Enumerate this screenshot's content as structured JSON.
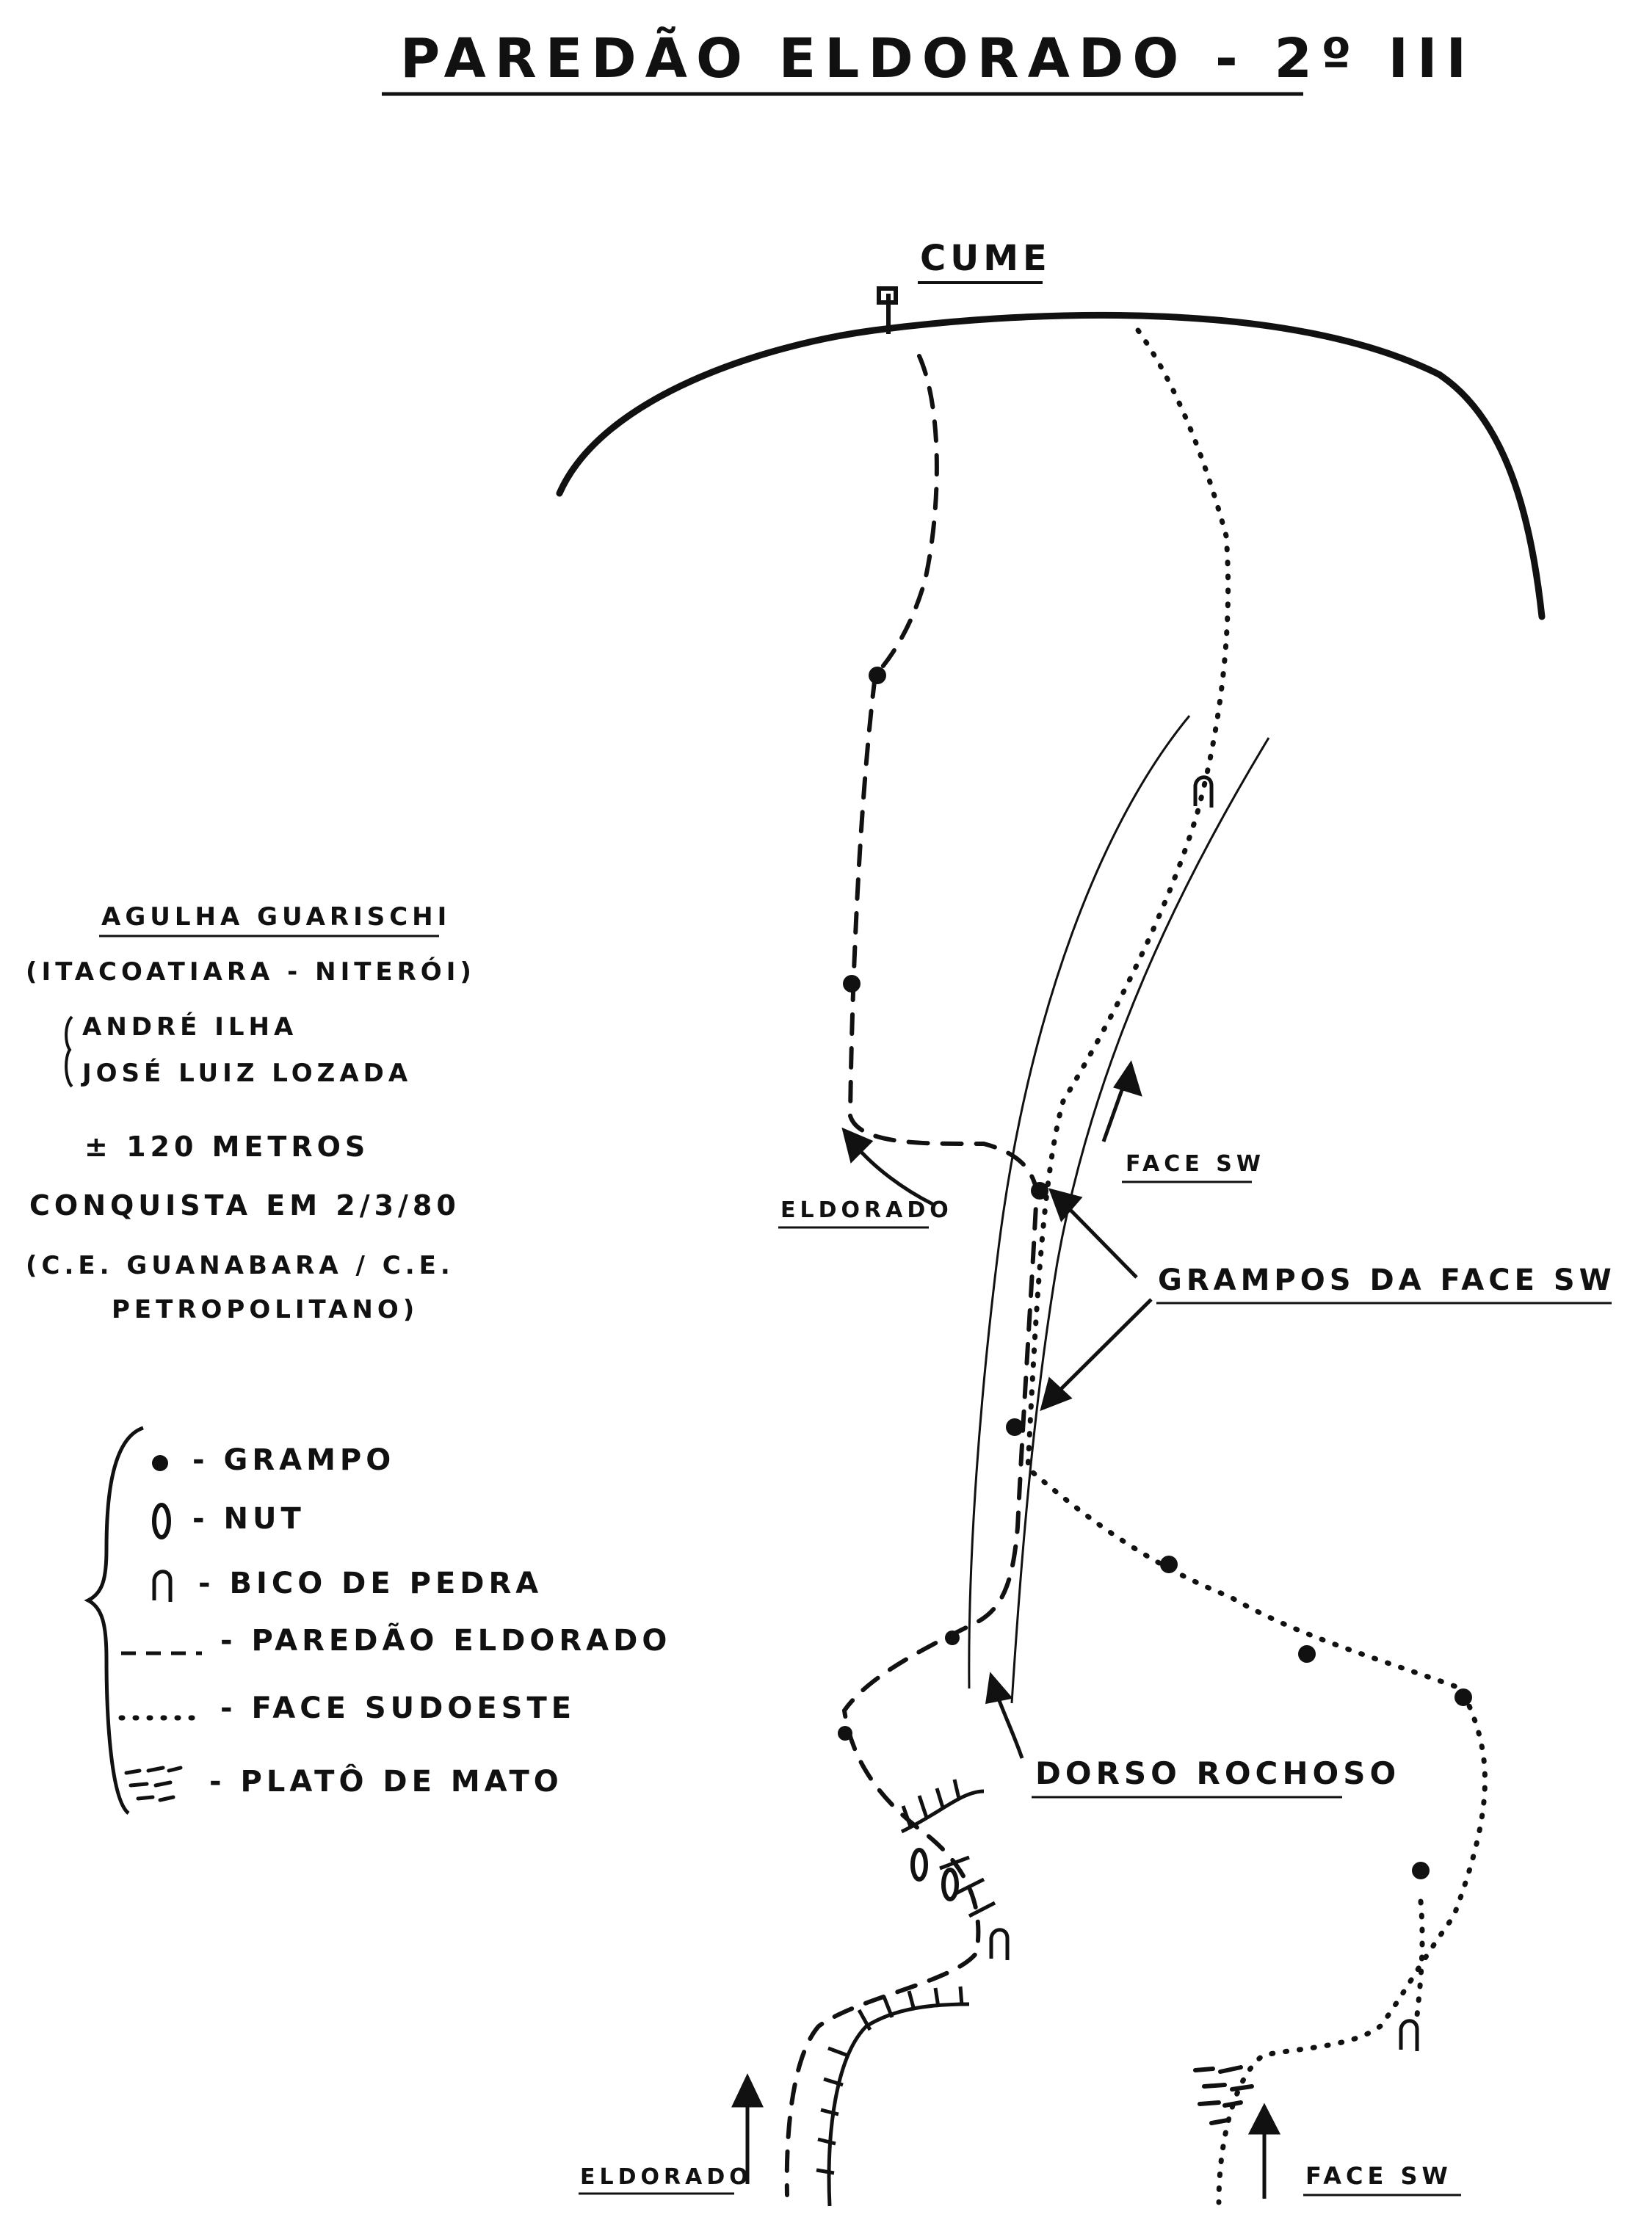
{
  "title": "PAREDÃO ELDORADO - 2º III",
  "labels": {
    "summit": "CUME",
    "eldorado_upper": "ELDORADO",
    "eldorado_bottom": "ELDORADO",
    "face_sw_upper": "FACE SW",
    "face_sw_bottom": "FACE SW",
    "grampos_face_sw": "GRAMPOS DA FACE SW",
    "dorso_rochoso": "DORSO ROCHOSO"
  },
  "info": {
    "peak_name": "AGULHA GUARISCHI",
    "location": "(ITACOATIARA - NITERÓI)",
    "climbers": [
      "ANDRÉ ILHA",
      "JOSÉ LUIZ LOZADA"
    ],
    "length": "± 120 METROS",
    "conquest": "CONQUISTA EM 2/3/80",
    "clubs_line1": "(C.E. GUANABARA / C.E.",
    "clubs_line2": "PETROPOLITANO)"
  },
  "legend": [
    {
      "symbol": "bolt",
      "label": "- GRAMPO"
    },
    {
      "symbol": "nut",
      "label": "- NUT"
    },
    {
      "symbol": "horn",
      "label": "- BICO DE PEDRA"
    },
    {
      "symbol": "dashed",
      "label": "- PAREDÃO ELDORADO"
    },
    {
      "symbol": "dotted",
      "label": "- FACE SUDOESTE"
    },
    {
      "symbol": "grass",
      "label": "- PLATÔ DE MATO"
    }
  ]
}
